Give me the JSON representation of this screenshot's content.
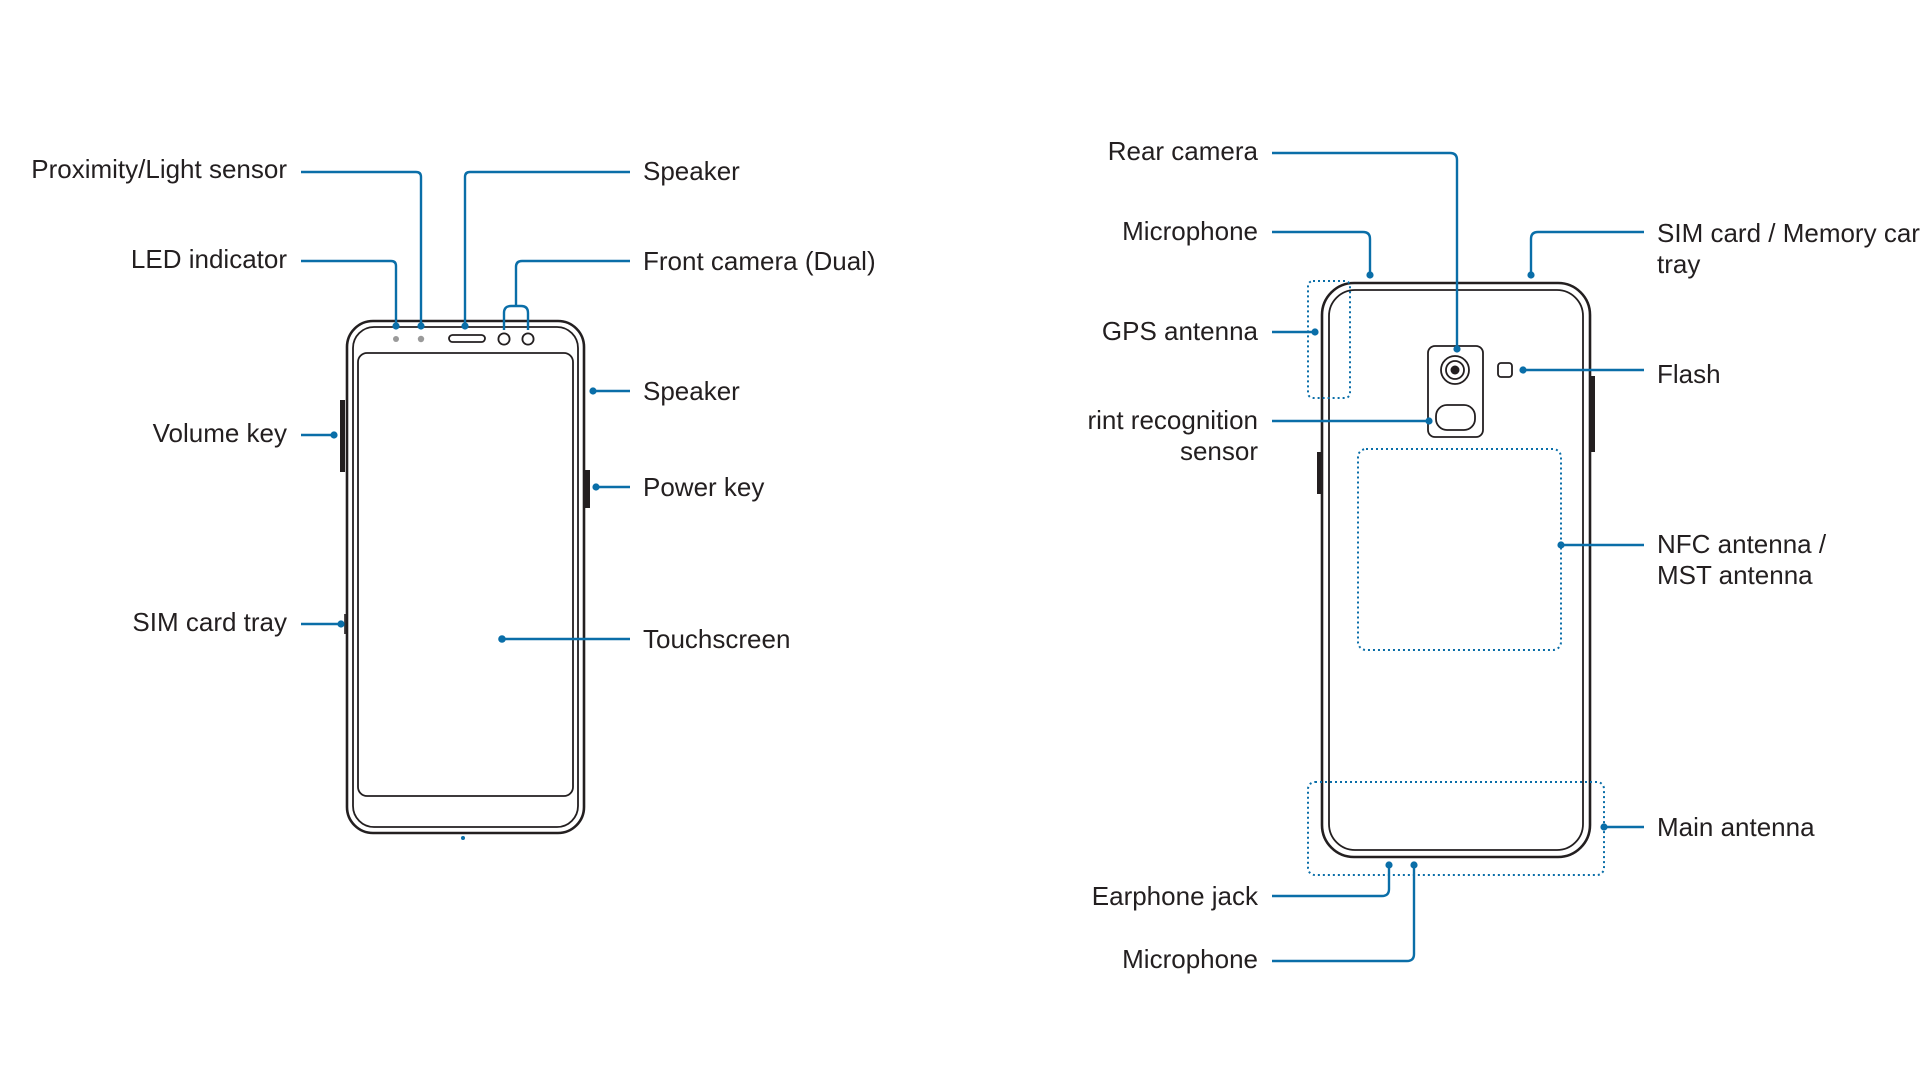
{
  "front": {
    "labels": {
      "proximity_light_sensor": "Proximity/Light sensor",
      "led_indicator": "LED indicator",
      "volume_key": "Volume key",
      "sim_card_tray": "SIM card tray",
      "speaker_top": "Speaker",
      "front_camera": "Front camera (Dual)",
      "speaker_side": "Speaker",
      "power_key": "Power key",
      "touchscreen": "Touchscreen"
    }
  },
  "back": {
    "labels": {
      "rear_camera": "Rear camera",
      "microphone_top": "Microphone",
      "gps_antenna": "GPS antenna",
      "fingerprint_line1": "rint recognition",
      "fingerprint_line2": "sensor",
      "earphone_jack": "Earphone jack",
      "microphone_bottom": "Microphone",
      "sim_memory_line1": "SIM card / Memory card",
      "sim_memory_line2": "tray",
      "flash": "Flash",
      "nfc_line1": "NFC antenna /",
      "nfc_line2": "MST antenna",
      "main_antenna": "Main antenna"
    }
  },
  "colors": {
    "leader": "#0a6ea8",
    "outline": "#231f20",
    "background": "#ffffff"
  }
}
